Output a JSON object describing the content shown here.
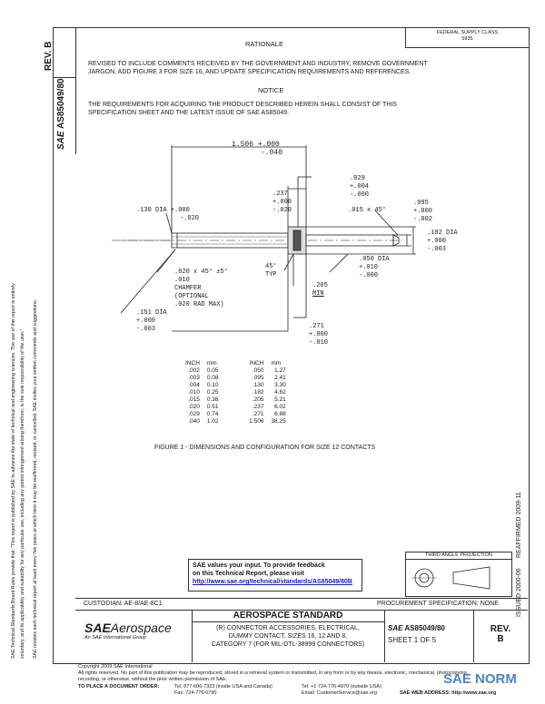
{
  "header": {
    "rev_label": "REV.",
    "rev_value": "B",
    "doc_number_vertical": "AS85049/80",
    "sae_mark_vertical": "SAE",
    "top_right_line1": "FEDERAL SUPPLY CLASS",
    "top_right_line2": "5935"
  },
  "rationale": {
    "title": "RATIONALE",
    "text_line1": "REVISED TO INCLUDE COMMENTS RECEIVED BY THE GOVERNMENT AND INDUSTRY, REMOVE GOVERNMENT",
    "text_line2": "JARGON, ADD FIGURE 3 FOR SIZE 16, AND UPDATE SPECIFICATION REQUIREMENTS AND REFERENCES."
  },
  "notice": {
    "title": "NOTICE",
    "text_line1": "THE REQUIREMENTS FOR ACQUIRING THE PRODUCT DESCRIBED HEREIN SHALL CONSIST OF THIS",
    "text_line2": "SPECIFICATION SHEET AND THE LATEST ISSUE OF SAE AS85049."
  },
  "drawing": {
    "dim_overall": "1.506",
    "dim_overall_plus": "+.000",
    "dim_overall_minus": "-.040",
    "dim_left_dia": ".130 DIA",
    "dim_left_dia_plus": "+.000",
    "dim_left_dia_minus": "-.020",
    "dim_237": ".237",
    "dim_237_plus": "+.000",
    "dim_237_minus": "-.020",
    "dim_029": ".029",
    "dim_029_plus": "+.004",
    "dim_029_minus": "-.000",
    "dim_015": ".015 x 45°",
    "dim_095": ".095",
    "dim_095_plus": "+.000",
    "dim_095_minus": "-.002",
    "dim_182": ".182 DIA",
    "dim_182_plus": "+.000",
    "dim_182_minus": "-.003",
    "dim_050": ".050 DIA",
    "dim_050_plus": "+.010",
    "dim_050_minus": "-.000",
    "chamfer_line1": ".020 x 45° ±5°",
    "chamfer_line2": ".010",
    "chamfer_line3": "CHAMFER",
    "chamfer_line4": "(OPTIONAL",
    "chamfer_line5": ".020 RAD MAX)",
    "angle_45": "45°",
    "angle_typ": "TYP",
    "dim_205": ".205",
    "dim_205_note": "MIN",
    "dim_151": ".151 DIA",
    "dim_151_plus": "+.000",
    "dim_151_minus": "-.003",
    "dim_271": ".271",
    "dim_271_plus": "+.000",
    "dim_271_minus": "-.010"
  },
  "conversion_table": {
    "headers": [
      "INCH",
      "mm",
      "INCH",
      "mm"
    ],
    "rows": [
      [
        ".002",
        "0.05",
        ".050",
        "1.27"
      ],
      [
        ".003",
        "0.08",
        ".095",
        "2.41"
      ],
      [
        ".004",
        "0.10",
        ".130",
        "3.30"
      ],
      [
        ".010",
        "0.25",
        ".182",
        "4.62"
      ],
      [
        ".015",
        "0.38",
        ".205",
        "5.21"
      ],
      [
        ".020",
        "0.51",
        ".237",
        "6.02"
      ],
      [
        ".029",
        "0.74",
        ".271",
        "6.88"
      ],
      [
        ".040",
        "1.02",
        "1.506",
        "38.25"
      ]
    ]
  },
  "figure_caption": "FIGURE 1 - DIMENSIONS AND CONFIGURATION FOR SIZE 12 CONTACTS",
  "right_margin": {
    "reaffirmed": "REAFFIRMED 2009-11",
    "issued": "ISSUED 2000-06"
  },
  "feedback": {
    "line1": "SAE values your input. To provide feedback",
    "line2": "on this Technical Report, please visit",
    "url": "http://www.sae.org/technical/standards/AS85049/80B"
  },
  "projection_label": "THIRD ANGLE PROJECTION",
  "custodian": "CUSTODIAN: AE-8/AE-8C1",
  "procurement": "PROCUREMENT SPECIFICATION: NONE",
  "title_block": {
    "logo_sae": "SAE",
    "logo_aerospace": "Aerospace",
    "logo_sub": "An SAE International Group",
    "standard_title": "AEROSPACE STANDARD",
    "description_line1": "(R) CONNECTOR ACCESSORIES, ELECTRICAL,",
    "description_line2": "DUMMY CONTACT, SIZES 16, 12 AND 8,",
    "description_line3": "CATEGORY 7 (FOR MIL-DTL-38999 CONNECTORS)",
    "doc_mark": "SAE",
    "doc_number": "AS85049/80",
    "sheet": "SHEET 1 OF 5",
    "rev_label": "REV.",
    "rev_value": "B"
  },
  "left_margin": {
    "line1": "SAE Technical Standards Board Rules provide that: “This report is published by SAE to advance the state of technical and engineering sciences. The use of this report is entirely",
    "line2": "voluntary, and its applicability and suitability for any particular use, including any patent infringement arising therefrom, is the sole responsibility of the user.”",
    "line3": "SAE reviews each technical report at least every five years at which time it may be reaffirmed, revised, or cancelled. SAE invites your written comments and suggestions."
  },
  "footer": {
    "copyright": "Copyright 2009 SAE International",
    "rights_line1": "All rights reserved. No part of this publication may be reproduced, stored in a retrieval system or transmitted, in any form or by any means, electronic, mechanical, photocopying,",
    "rights_line2": "recording, or otherwise, without the prior written permission of SAE.",
    "order_label": "TO PLACE A DOCUMENT ORDER:",
    "tel1": "Tel: 877-606-7323 (inside USA and Canada)",
    "fax": "Fax: 724-776-0790",
    "tel2": "Tel: +1 724-776-4970 (outside USA)",
    "email": "Email: CustomerService@sae.org",
    "web": "SAE WEB ADDRESS: http://www.sae.org",
    "watermark_sae": "SAE",
    "watermark_norm": "NORM"
  }
}
